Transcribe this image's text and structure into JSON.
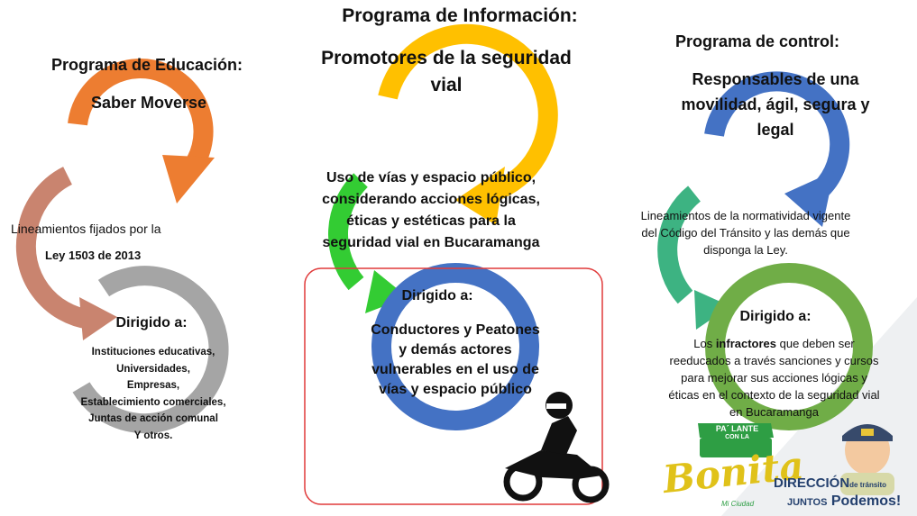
{
  "info": {
    "heading": "Programa de Información:",
    "subtitle_line1": "Promotores de la seguridad",
    "subtitle_line2": "vial",
    "desc_line1": "Uso de vías y espacio público,",
    "desc_line2": "considerando acciones lógicas,",
    "desc_line3": "éticas y estéticas para la",
    "desc_line4": "seguridad vial en Bucaramanga",
    "dirigido": "Dirigido a:",
    "target_line1": "Conductores y Peatones",
    "target_line2": "y demás actores",
    "target_line3": "vulnerables en el uso de",
    "target_line4": "vías y espacio público"
  },
  "education": {
    "heading": "Programa  de Educación:",
    "subtitle": "Saber Moverse",
    "lineamientos_line1": "Lineamientos fijados por la",
    "lineamientos_line2": "Ley 1503 de 2013",
    "dirigido": "Dirigido a:",
    "targets": [
      "Instituciones educativas,",
      "Universidades,",
      "Empresas,",
      "Establecimiento comerciales,",
      "Juntas de acción comunal",
      "Y otros."
    ]
  },
  "control": {
    "heading": "Programa  de control:",
    "subtitle_line1": "Responsables  de una",
    "subtitle_line2": "movilidad,  ágil, segura y",
    "subtitle_line3": "legal",
    "lineamientos_line1": "Lineamientos de la normatividad vigente",
    "lineamientos_line2": "del Código del  Tránsito y las demás que",
    "lineamientos_line3": "disponga la Ley.",
    "dirigido": "Dirigido a:",
    "target_line1_pre": "Los ",
    "target_line1_bold": "infractores",
    "target_line1_post": " que deben ser",
    "target_line2": "reeducados  a través sanciones y cursos",
    "target_line3": "para mejorar  sus acciones lógicas y",
    "target_line4": "éticas en el contexto de la seguridad vial",
    "target_line5": "en Bucaramanga"
  },
  "logos": {
    "palante_line1": "PA´ LANTE",
    "palante_line2": "CON LA",
    "bonita": "Bonita",
    "bonita_sub": "Mi Ciudad",
    "direccion": "DIRECCIÓN",
    "de_transito": "de tránsito",
    "juntos": "JUNTOS",
    "podemos": "Podemos!"
  },
  "colors": {
    "orange": "#ED7D31",
    "salmon": "#C9846F",
    "gray": "#A5A5A5",
    "yellow": "#FFC000",
    "green": "#33CC33",
    "blue": "#4472C4",
    "teal": "#3DB382",
    "lime": "#70AD47",
    "highlight_box": "#E03A3A"
  }
}
